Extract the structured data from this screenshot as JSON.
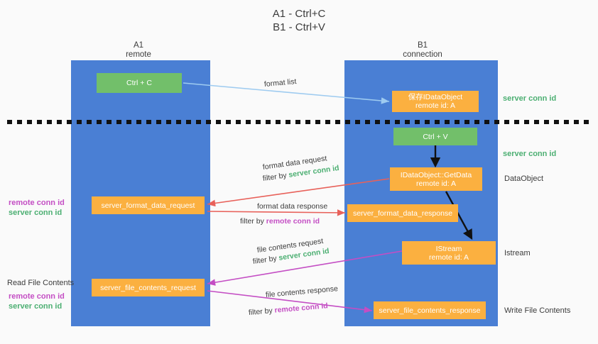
{
  "title": {
    "line1": "A1 - Ctrl+C",
    "line2": "B1 - Ctrl+V"
  },
  "columns": [
    {
      "name": "A1",
      "sub": "remote"
    },
    {
      "name": "B1",
      "sub": "connection"
    }
  ],
  "colors": {
    "lane": "#4a7fd4",
    "green_node": "#72bf6a",
    "orange_node": "#fbb040",
    "server_conn": "#4caf72",
    "remote_conn": "#c44ec4",
    "arrow_blue": "#9ecbf0",
    "arrow_red": "#e8615a",
    "arrow_purple": "#c44ec4",
    "arrow_black": "#111111",
    "background": "#fafafa"
  },
  "nodes": {
    "ctrl_c": "Ctrl + C",
    "ctrl_v": "Ctrl + V",
    "save_dataobject_l1": "保存IDataObject",
    "save_dataobject_l2": "remote id: A",
    "getdata_l1": "IDataObject::GetData",
    "getdata_l2": "remote id: A",
    "istream_l1": "IStream",
    "istream_l2": "remote id: A",
    "format_data_request": "server_format_data_request",
    "format_data_response": "server_format_data_response",
    "file_contents_request": "server_file_contents_request",
    "file_contents_response": "server_file_contents_response"
  },
  "right_labels": {
    "server_conn_top": "server conn id",
    "server_conn_mid": "server conn id",
    "dataobject": "DataObject",
    "istream": "Istream",
    "write_file_contents": "Write File Contents"
  },
  "left_labels": {
    "format_remote": "remote conn id",
    "format_server": "server conn id",
    "read_file_contents": "Read File Contents",
    "file_remote": "remote conn id",
    "file_server": "server conn id"
  },
  "connector_labels": {
    "format_list": "format list",
    "format_data_request": "format data request",
    "format_data_request_filter_prefix": "filter by ",
    "format_data_request_filter_value": "server conn id",
    "format_data_response": "format data response",
    "format_data_response_filter_prefix": "filter by ",
    "format_data_response_filter_value": "remote conn id",
    "file_contents_request": "file contents request",
    "file_contents_request_filter_prefix": "filter by ",
    "file_contents_request_filter_value": "server conn id",
    "file_contents_response": "file contents response",
    "file_contents_response_filter_prefix": "filter by ",
    "file_contents_response_filter_value": "remote conn id"
  }
}
